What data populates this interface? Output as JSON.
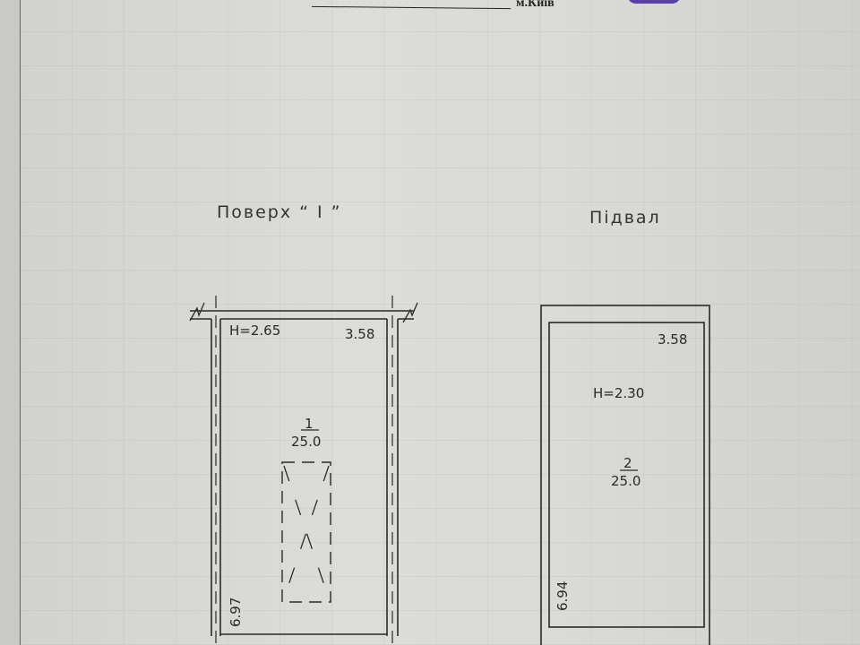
{
  "header": {
    "city": "м.Київ"
  },
  "floor1": {
    "title": "Поверх “ I ”",
    "height": "H=2.65",
    "width": "3.58",
    "length": "6.97",
    "room_number": "1",
    "room_area": "25.0"
  },
  "basement": {
    "title": "Підвал",
    "height": "H=2.30",
    "width": "3.58",
    "length": "6.94",
    "room_number": "2",
    "room_area": "25.0"
  }
}
